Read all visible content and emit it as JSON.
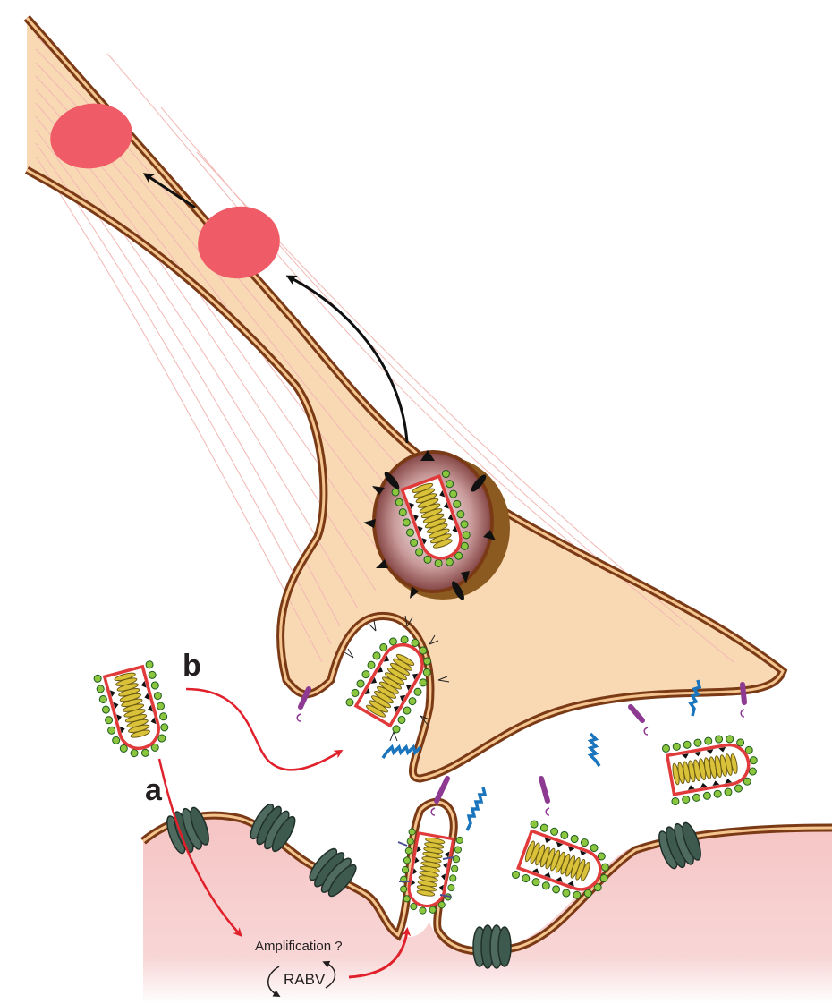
{
  "labels": {
    "path_a": "a",
    "path_b": "b",
    "amplification": "Amplification ?",
    "rabv": "RABV"
  },
  "colors": {
    "neuron_fill": "#f9d9b4",
    "membrane_dark": "#7b3a16",
    "membrane_light": "#f4c58f",
    "muscle_fill": "#f6c7c7",
    "endosome_spot": "#ef5b66",
    "virion_envelope": "#e03a3a",
    "glycoprotein": "#8cc63f",
    "nucleocapsid": "#d9c23a",
    "receptor_purple": "#8e3a92",
    "receptor_blue": "#1b75bc",
    "nachr": "#4f6b5f",
    "arrow_red": "#e0202a",
    "arrow_black": "#111111"
  },
  "icons": [
    "virion-icon",
    "nicotinic-receptor-icon",
    "ncam-receptor-icon",
    "p75ntr-receptor-icon",
    "endosome-icon",
    "cycle-arrows-icon"
  ]
}
